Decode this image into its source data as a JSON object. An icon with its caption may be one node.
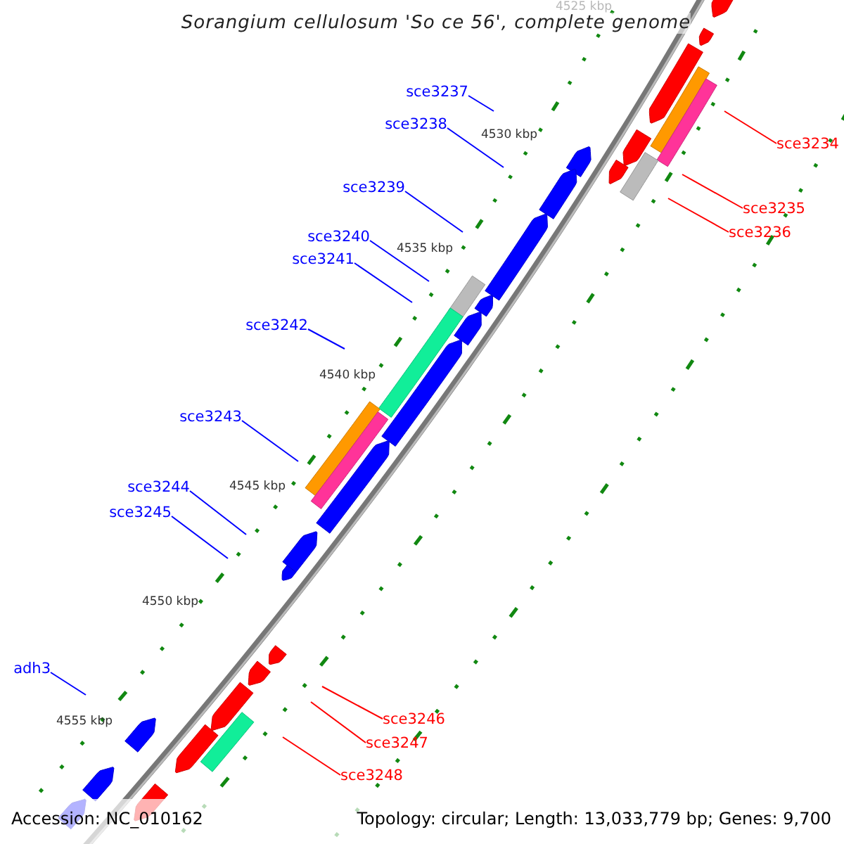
{
  "diagram": {
    "title": "Sorangium cellulosum 'So ce 56', complete genome",
    "nodes": [
      {
        "text": [
          "sce3237"
        ]
      },
      {
        "text": [
          "sce3238"
        ]
      },
      {
        "text": [
          "sce3234"
        ]
      },
      {
        "text": [
          "sce3239"
        ]
      },
      {
        "text": [
          "sce3235"
        ]
      },
      {
        "text": [
          "sce3236"
        ]
      },
      {
        "text": [
          "sce3240"
        ]
      },
      {
        "text": [
          "sce3241"
        ]
      },
      {
        "text": [
          "sce3242"
        ]
      },
      {
        "text": [
          "sce3243"
        ]
      },
      {
        "text": [
          "sce3244"
        ]
      },
      {
        "text": [
          "sce3245"
        ]
      },
      {
        "text": [
          "adh3"
        ]
      },
      {
        "text": [
          "sce3246"
        ]
      },
      {
        "text": [
          "sce3247"
        ]
      },
      {
        "text": [
          "sce3248"
        ]
      }
    ],
    "edges": [
      {
        "from": 0,
        "to": null,
        "arrow": "none"
      },
      {
        "from": 1,
        "to": null,
        "arrow": "none"
      },
      {
        "from": 2,
        "to": null,
        "arrow": "none",
        "color": "#ff0000"
      },
      {
        "from": 3,
        "to": null,
        "arrow": "none"
      },
      {
        "from": 4,
        "to": null,
        "arrow": "none",
        "color": "#ff0000"
      },
      {
        "from": 5,
        "to": null,
        "arrow": "none",
        "color": "#ff0000"
      },
      {
        "from": 6,
        "to": null,
        "arrow": "none"
      },
      {
        "from": 7,
        "to": null,
        "arrow": "none"
      },
      {
        "from": 8,
        "to": null,
        "arrow": "none"
      },
      {
        "from": 9,
        "to": null,
        "arrow": "none"
      },
      {
        "from": 10,
        "to": null,
        "arrow": "none"
      },
      {
        "from": 11,
        "to": null,
        "arrow": "none"
      },
      {
        "from": 12,
        "to": null,
        "arrow": "none"
      },
      {
        "from": 13,
        "to": null,
        "arrow": "none",
        "color": "#ff0000"
      },
      {
        "from": 14,
        "to": null,
        "arrow": "none",
        "color": "#ff0000"
      },
      {
        "from": 15,
        "to": null,
        "arrow": "none",
        "color": "#ff0000"
      }
    ],
    "labels": [
      "4525 kbp",
      "4530 kbp",
      "4535 kbp",
      "4540 kbp",
      "4545 kbp",
      "4550 kbp",
      "4555 kbp",
      "Accession: NC_010162",
      "Topology: circular; Length: 13,033,779 bp; Genes: 9,700"
    ]
  }
}
